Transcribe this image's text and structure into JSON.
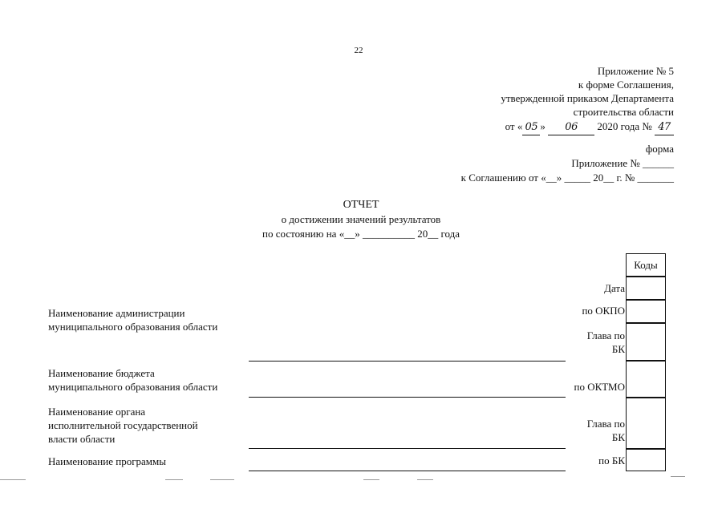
{
  "page_number": "22",
  "header": {
    "line1": "Приложение № 5",
    "line2": "к форме Соглашения,",
    "line3": "утвержденной приказом Департамента",
    "line4": "строительства области",
    "date_prefix": "от «",
    "date_day": "05",
    "date_mid": "»",
    "date_month": "06",
    "date_suffix": "2020 года №",
    "order_number": "47"
  },
  "form_block": {
    "forma": "форма",
    "appendix": "Приложение № ______",
    "agreement": "к Соглашению от «__» _____ 20__ г. № _______"
  },
  "title": {
    "line1": "ОТЧЕТ",
    "line2": "о достижении значений  результатов",
    "line3": "по состоянию на «__» __________ 20__ года"
  },
  "fields": {
    "admin_line1": "Наименование администрации",
    "admin_line2": "муниципального образования области",
    "budget_line1": "Наименование бюджета",
    "budget_line2": "муниципального образования области",
    "organ_line1": "Наименование органа",
    "organ_line2": "исполнительной государственной",
    "organ_line3": "власти области",
    "program": "Наименование программы"
  },
  "codes": {
    "header": "Коды",
    "date": "Дата",
    "okpo": "по ОКПО",
    "glava1_line1": "Глава по",
    "glava1_line2": "БК",
    "oktmo": "по ОКТМО",
    "glava2_line1": "Глава по",
    "glava2_line2": "БК",
    "po_bk": "по БК"
  }
}
